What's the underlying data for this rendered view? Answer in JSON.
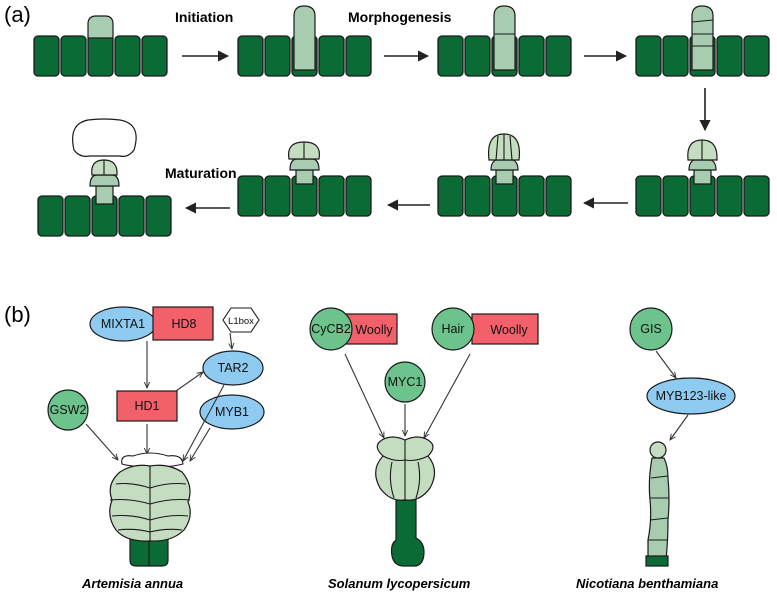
{
  "panel_a": {
    "label": "(a)",
    "stages": {
      "initiation": "Initiation",
      "morphogenesis": "Morphogenesis",
      "maturation": "Maturation"
    }
  },
  "panel_b": {
    "label": "(b)",
    "artemisia": {
      "species": "Artemisia annua",
      "nodes": {
        "mixta1": "MIXTA1",
        "hd8": "HD8",
        "l1box": "L1box",
        "tar2": "TAR2",
        "hd1": "HD1",
        "myb1": "MYB1",
        "gsw2": "GSW2"
      }
    },
    "solanum": {
      "species": "Solanum lycopersicum",
      "nodes": {
        "cycb2": "CyCB2",
        "woolly_1": "Woolly",
        "hair": "Hair",
        "woolly_2": "Woolly",
        "myc1": "MYC1"
      }
    },
    "nicotiana": {
      "species": "Nicotiana benthamiana",
      "nodes": {
        "gis": "GIS",
        "myb123": "MYB123-like"
      }
    }
  },
  "colors": {
    "cell_green": "#0b6b35",
    "pale_green": "#a8ccb0",
    "node_blue": "#8fcbf0",
    "node_red": "#f2606a",
    "node_green": "#6cc48c"
  }
}
